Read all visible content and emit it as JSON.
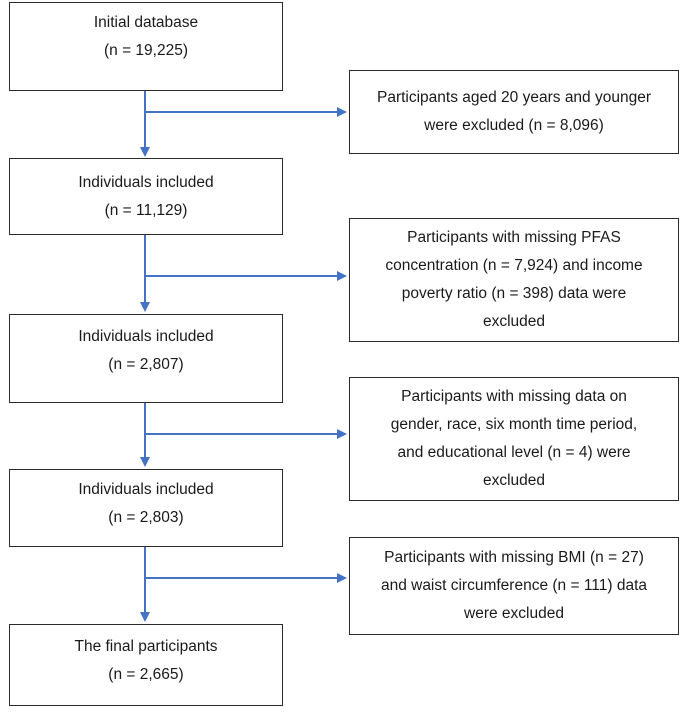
{
  "main_boxes": [
    {
      "lines": [
        "Initial database",
        "(n = 19,225)"
      ]
    },
    {
      "lines": [
        "Individuals included",
        "(n = 11,129)"
      ]
    },
    {
      "lines": [
        "Individuals included",
        "(n = 2,807)"
      ]
    },
    {
      "lines": [
        "Individuals included",
        "(n = 2,803)"
      ]
    },
    {
      "lines": [
        "The final participants",
        "(n = 2,665)"
      ]
    }
  ],
  "exclusion_boxes": [
    {
      "lines": [
        "Participants aged 20 years and younger",
        "were excluded (n = 8,096)"
      ]
    },
    {
      "lines": [
        "Participants with missing PFAS",
        "concentration (n = 7,924) and income",
        "poverty ratio (n = 398) data were",
        "excluded"
      ]
    },
    {
      "lines": [
        "Participants with missing data on",
        "gender, race, six month time period,",
        "and educational level (n = 4) were",
        "excluded"
      ]
    },
    {
      "lines": [
        "Participants with missing BMI (n = 27)",
        "and waist circumference (n = 111) data",
        "were excluded"
      ]
    }
  ],
  "colors": {
    "arrow": "#4472c4",
    "border": "#2b2b2b"
  }
}
